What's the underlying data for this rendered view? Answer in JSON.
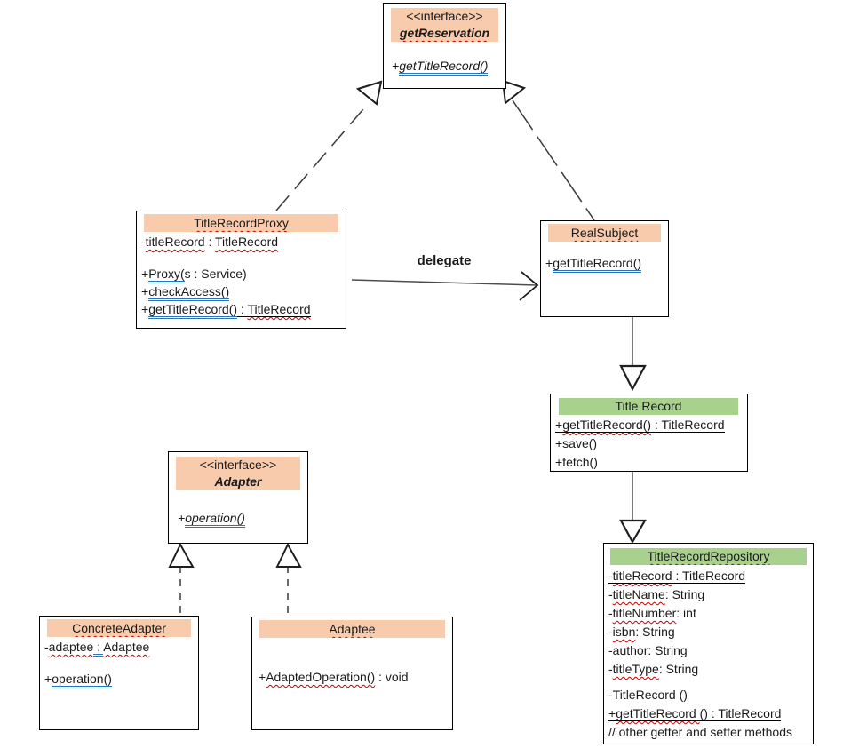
{
  "labels": {
    "delegate": "delegate"
  },
  "colors": {
    "interface_header": "#F8CBAD",
    "entity_header": "#A9D18E",
    "spellcheck_squiggle": "#C00000",
    "grammar_underline": "#2E75B5",
    "box_border": "#000000"
  },
  "classes": {
    "reservation": {
      "stereotype": "<<interface>>",
      "name": "getReservation",
      "members": [
        [],
        [
          {
            "t": "+",
            "c": "it"
          },
          {
            "t": "getTitleRecord()",
            "c": "it ub"
          }
        ]
      ]
    },
    "proxy": {
      "name": "TitleRecordProxy",
      "members": [
        [
          {
            "t": "-"
          },
          {
            "t": "titleRecord",
            "c": "rw"
          },
          {
            "t": " : "
          },
          {
            "t": "TitleRecord",
            "c": "rw"
          }
        ],
        [],
        [
          {
            "t": "+"
          },
          {
            "t": "Proxy(",
            "c": "ub"
          },
          {
            "t": "s : Service)"
          }
        ],
        [
          {
            "t": "+"
          },
          {
            "t": "checkAccess()",
            "c": "ub"
          }
        ],
        [
          {
            "t": "+"
          },
          {
            "t": "getTitleRecord()",
            "c": "ub"
          },
          {
            "t": " : ",
            "c": "ul"
          },
          {
            "t": "TitleRecord",
            "c": "ul rw"
          }
        ]
      ]
    },
    "realsubject": {
      "name": "RealSubject",
      "members": [
        [],
        [
          {
            "t": "+"
          },
          {
            "t": "getTitleRecord()",
            "c": "ub"
          }
        ]
      ]
    },
    "titlerecord": {
      "name": "Title Record",
      "members": [
        [
          {
            "t": "+",
            "c": "ul"
          },
          {
            "t": "getTitleRecord()",
            "c": "ul rw"
          },
          {
            "t": " : TitleRecord",
            "c": "ul"
          }
        ],
        [
          {
            "t": "+save()"
          }
        ],
        [
          {
            "t": "+fetch()"
          }
        ]
      ]
    },
    "repo": {
      "name": "TitleRecordRepository",
      "members": [
        [
          {
            "t": "-",
            "c": "ul"
          },
          {
            "t": "titleRecord",
            "c": "ul rw"
          },
          {
            "t": " : TitleRecord",
            "c": "ul"
          }
        ],
        [
          {
            "t": "-"
          },
          {
            "t": "titleName",
            "c": "rw"
          },
          {
            "t": ": String"
          }
        ],
        [
          {
            "t": "-"
          },
          {
            "t": "titleNumber",
            "c": "rw"
          },
          {
            "t": ": int"
          }
        ],
        [
          {
            "t": "-"
          },
          {
            "t": "isbn",
            "c": "rw"
          },
          {
            "t": ": String"
          }
        ],
        [
          {
            "t": "-author: String"
          }
        ],
        [
          {
            "t": "-"
          },
          {
            "t": "titleType",
            "c": "rw"
          },
          {
            "t": ": String"
          }
        ],
        [],
        [
          {
            "t": "-TitleRecord ()"
          }
        ],
        [
          {
            "t": "+",
            "c": "ul"
          },
          {
            "t": "getTitleRecord ",
            "c": "ul rw"
          },
          {
            "t": "() : TitleRecord",
            "c": "ul"
          }
        ],
        [
          {
            "t": "// other getter and setter methods"
          }
        ]
      ]
    },
    "adapter": {
      "stereotype": "<<interface>>",
      "name": "Adapter",
      "members": [
        [],
        [
          {
            "t": "+",
            "c": "it"
          },
          {
            "t": "operation()",
            "c": "it ub"
          }
        ]
      ]
    },
    "concrete": {
      "name": "ConcreteAdapter",
      "members": [
        [
          {
            "t": "-"
          },
          {
            "t": "adaptee",
            "c": "rw"
          },
          {
            "t": " : ",
            "c": "ub"
          },
          {
            "t": "Adaptee",
            "c": "rw"
          }
        ],
        [],
        [
          {
            "t": "+"
          },
          {
            "t": "operation()",
            "c": "ub"
          }
        ]
      ]
    },
    "adaptee": {
      "name": "Adaptee",
      "members": [
        [],
        [
          {
            "t": "+"
          },
          {
            "t": "AdaptedOperation()",
            "c": "rw"
          },
          {
            "t": " : void"
          }
        ]
      ]
    }
  },
  "relationships": [
    {
      "from": "TitleRecordProxy",
      "to": "getReservation",
      "type": "realization"
    },
    {
      "from": "RealSubject",
      "to": "getReservation",
      "type": "realization"
    },
    {
      "from": "TitleRecordProxy",
      "to": "RealSubject",
      "type": "delegate",
      "label": "delegate"
    },
    {
      "from": "RealSubject",
      "to": "Title Record",
      "type": "generalization"
    },
    {
      "from": "Title Record",
      "to": "TitleRecordRepository",
      "type": "generalization"
    },
    {
      "from": "ConcreteAdapter",
      "to": "Adapter",
      "type": "realization"
    },
    {
      "from": "Adaptee",
      "to": "Adapter",
      "type": "realization"
    }
  ]
}
